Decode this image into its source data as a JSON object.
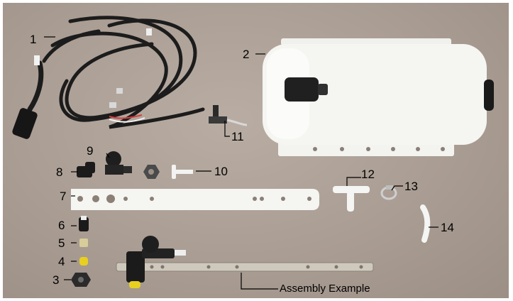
{
  "labels": {
    "l1": "1",
    "l2": "2",
    "l3": "3",
    "l4": "4",
    "l5": "5",
    "l6": "6",
    "l7": "7",
    "l8": "8",
    "l9": "9",
    "l10": "10",
    "l11": "11",
    "l12": "12",
    "l13": "13",
    "l14": "14",
    "assembly": "Assembly Example"
  },
  "colors": {
    "tank": "#f4f4f0",
    "cable": "#1c1c1c",
    "cap": "#202020",
    "brass": "#d8cc9a",
    "nozzle_tip": "#e8d020"
  }
}
